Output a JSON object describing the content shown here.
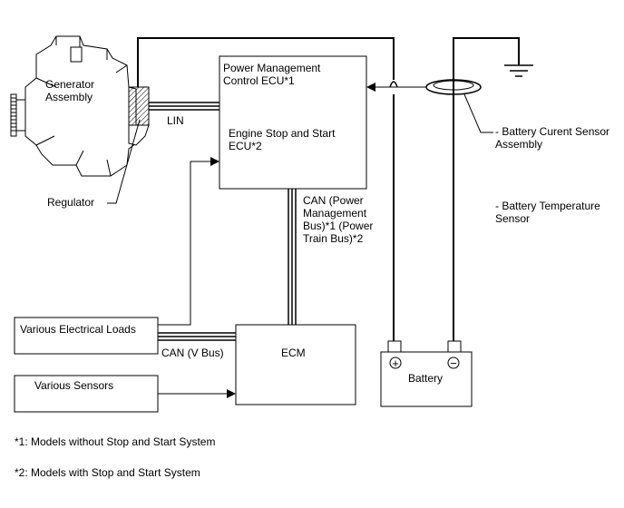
{
  "labels": {
    "generator": "Generator\nAssembly",
    "regulator": "Regulator",
    "lin": "LIN",
    "pm_ecu": "Power Management\nControl ECU*1",
    "ess_ecu": "Engine Stop and Start\nECU*2",
    "can_pm": "CAN (Power\nManagement\nBus)*1 (Power\nTrain Bus)*2",
    "current_sensor": "- Battery Curent Sensor\nAssembly",
    "temp_sensor": "- Battery Temperature\nSensor",
    "electrical_loads": "Various Electrical Loads",
    "can_v": "CAN (V Bus)",
    "ecm": "ECM",
    "sensors": "Various Sensors",
    "battery": "Battery",
    "plus": "+",
    "minus": "−"
  },
  "notes": {
    "note1": "*1: Models without Stop and Start System",
    "note2": "*2: Models with Stop and Start System"
  }
}
